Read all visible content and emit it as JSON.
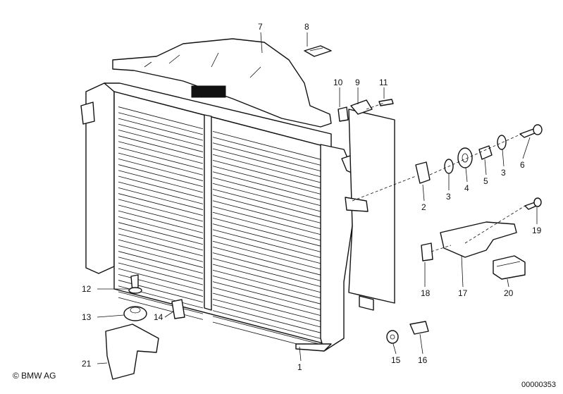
{
  "diagram": {
    "callouts": {
      "c1": "1",
      "c2": "2",
      "c3a": "3",
      "c3b": "3",
      "c4": "4",
      "c5": "5",
      "c6": "6",
      "c7": "7",
      "c8": "8",
      "c9": "9",
      "c10": "10",
      "c11": "11",
      "c12": "12",
      "c13": "13",
      "c14": "14",
      "c15": "15",
      "c16": "16",
      "c17": "17",
      "c18": "18",
      "c19": "19",
      "c20": "20",
      "c21": "21"
    },
    "copyright": "© BMW AG",
    "document_number": "00000353"
  }
}
